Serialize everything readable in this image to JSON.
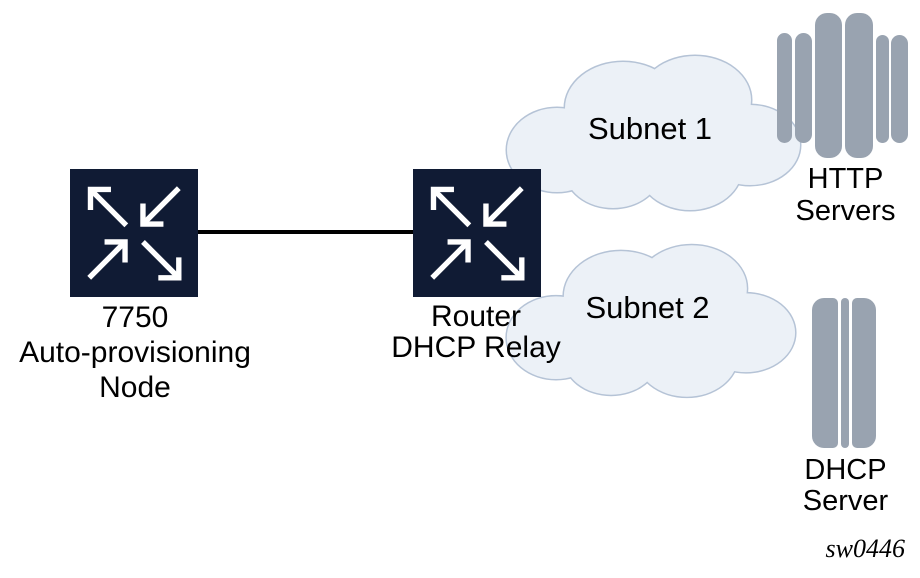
{
  "colors": {
    "node-fill": "#101b34",
    "arrow": "#ffffff",
    "cloud-fill": "#ecf1f7",
    "cloud-stroke": "#b5c3d6",
    "server-gray": "#99a3b0",
    "link-line": "#000000",
    "text": "#000000"
  },
  "nodes": {
    "auto_provisioning": {
      "line1": "7750",
      "line2": "Auto-provisioning",
      "line3": "Node"
    },
    "router": {
      "line1": "Router",
      "line2": "DHCP Relay"
    }
  },
  "clouds": {
    "subnet1": {
      "label": "Subnet 1"
    },
    "subnet2": {
      "label": "Subnet 2"
    }
  },
  "servers": {
    "http": {
      "line1": "HTTP",
      "line2": "Servers"
    },
    "dhcp": {
      "line1": "DHCP",
      "line2": "Server"
    }
  },
  "watermark": "sw0446"
}
